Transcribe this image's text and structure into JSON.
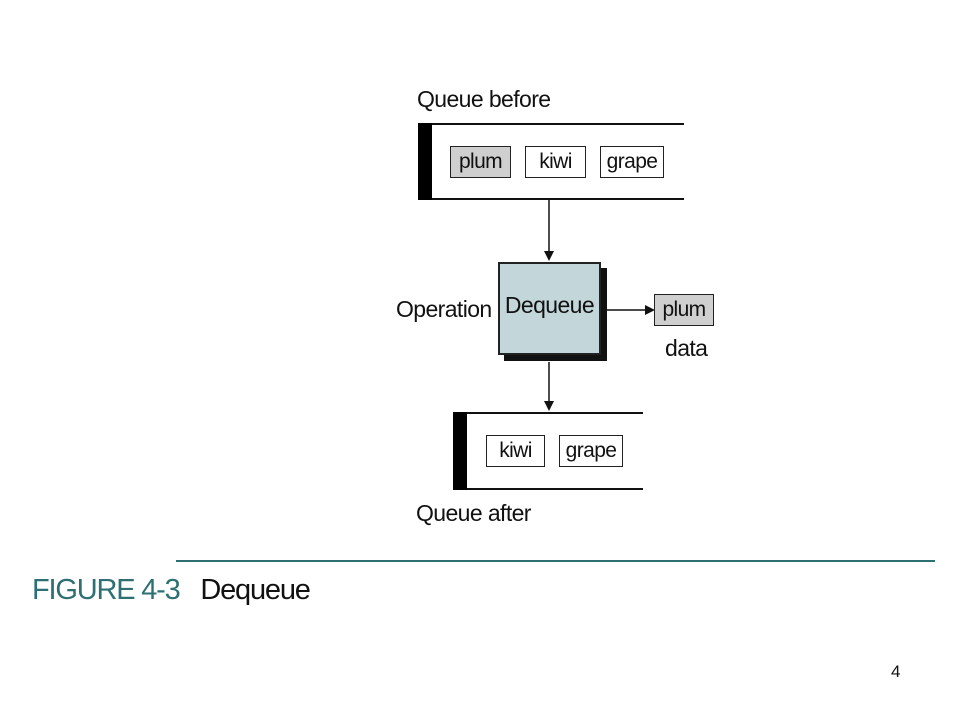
{
  "diagram": {
    "queue_before": {
      "title": "Queue before",
      "items": [
        {
          "label": "plum",
          "shaded": true
        },
        {
          "label": "kiwi",
          "shaded": false
        },
        {
          "label": "grape",
          "shaded": false
        }
      ]
    },
    "operation": {
      "label": "Operation",
      "name": "Dequeue"
    },
    "output": {
      "item": "plum",
      "label": "data"
    },
    "queue_after": {
      "title": "Queue after",
      "items": [
        {
          "label": "kiwi",
          "shaded": false
        },
        {
          "label": "grape",
          "shaded": false
        }
      ]
    }
  },
  "figure": {
    "number": "FIGURE 4-3",
    "title": "Dequeue"
  },
  "page_number": "4",
  "colors": {
    "operation_fill": "#c3d6da",
    "accent_rule": "#2e6f73",
    "shaded_item": "#cfcfcf"
  }
}
